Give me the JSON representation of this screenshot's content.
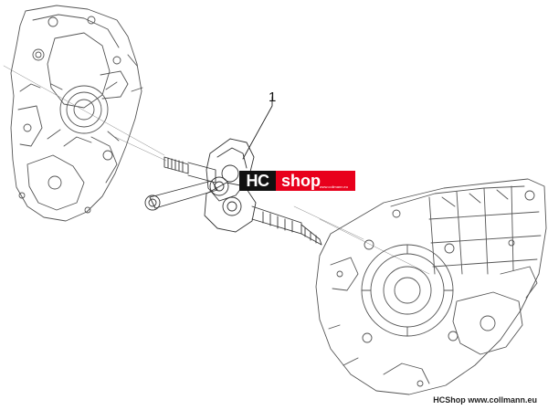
{
  "callout": {
    "part_number": "1"
  },
  "logo": {
    "hc": "HC",
    "shop": "shop",
    "tagline": "www.collmann.eu"
  },
  "footer": {
    "brand": "HCShop",
    "url": "www.collmann.eu"
  },
  "colors": {
    "logo_dark": "#111111",
    "logo_red": "#e8001c",
    "line": "#4a4a4a"
  }
}
